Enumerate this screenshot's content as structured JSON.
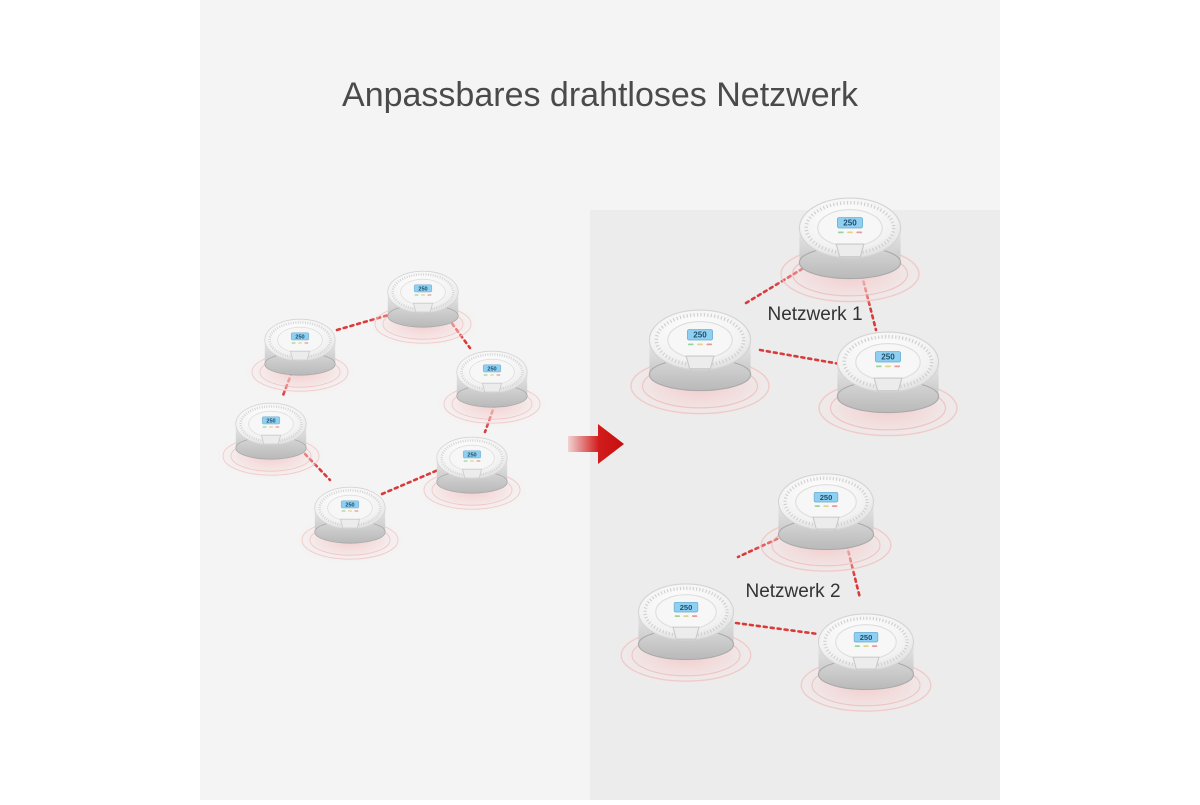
{
  "title": "Anpassbares drahtloses Netzwerk",
  "colors": {
    "panel_left": "#f4f4f4",
    "panel_right": "#ececec",
    "link": "#d93a3a",
    "arrow": "#cc1111",
    "lcd": "#8fd0f2",
    "title_text": "#4a4a4a"
  },
  "lcd_reading": "250",
  "networks": [
    {
      "label": "Netzwerk 1"
    },
    {
      "label": "Netzwerk 2"
    }
  ],
  "icons": {
    "arrow": "right-arrow-icon",
    "detector": "co-detector-icon"
  }
}
